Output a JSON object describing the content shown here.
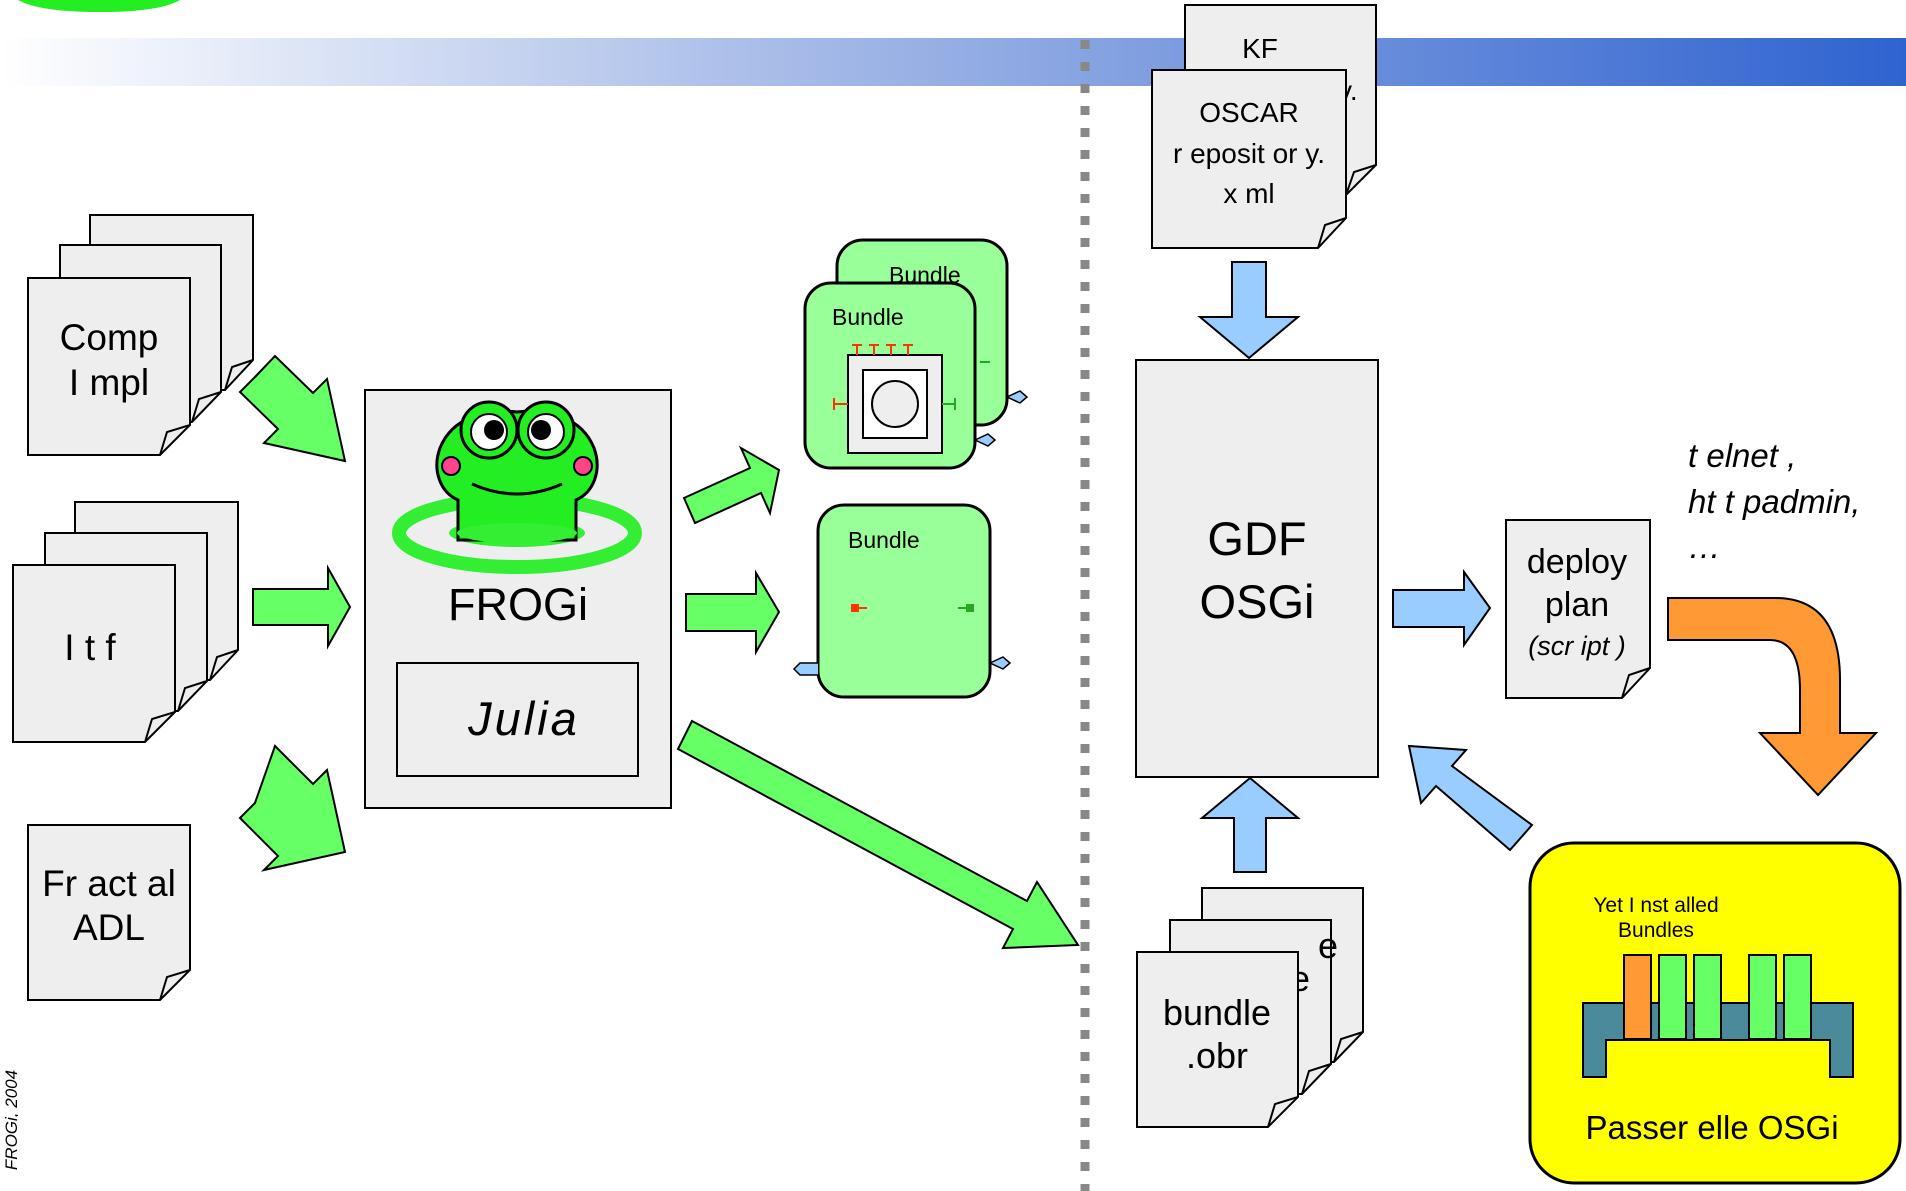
{
  "inputs": {
    "comp_impl": [
      "Comp",
      "I mpl"
    ],
    "itf": "I t f",
    "fractal_adl": [
      "Fr act al",
      "ADL"
    ]
  },
  "frogi": {
    "title": "FROGi",
    "engine": "Julia"
  },
  "bundles": {
    "label": "Bundle"
  },
  "repositories": {
    "back_title": "KF",
    "back_tail": "y.",
    "front": [
      "OSCAR",
      "r eposit or y.",
      "x ml"
    ]
  },
  "gdf": [
    "GDF",
    "OSGi"
  ],
  "bundle_obr": {
    "back_fragment": "e",
    "label": [
      "bundle",
      ".obr"
    ]
  },
  "deploy_plan": {
    "lines": [
      "deploy",
      "plan"
    ],
    "script": "(scr ipt )"
  },
  "consoles": [
    "t elnet ,",
    "ht t padmin,",
    "…"
  ],
  "gateway": {
    "installed_title": [
      "Yet I nst alled",
      "Bundles"
    ],
    "name": "Passer elle OSGi"
  },
  "footer": "FROGi, 2004",
  "colors": {
    "green_arrow": "#66ff66",
    "blue_arrow": "#99ccff",
    "orange_arrow": "#ff9933",
    "gateway_yellow": "#ffff00",
    "bundle_green": "#99ff99",
    "doc_gray": "#eeeeee"
  }
}
